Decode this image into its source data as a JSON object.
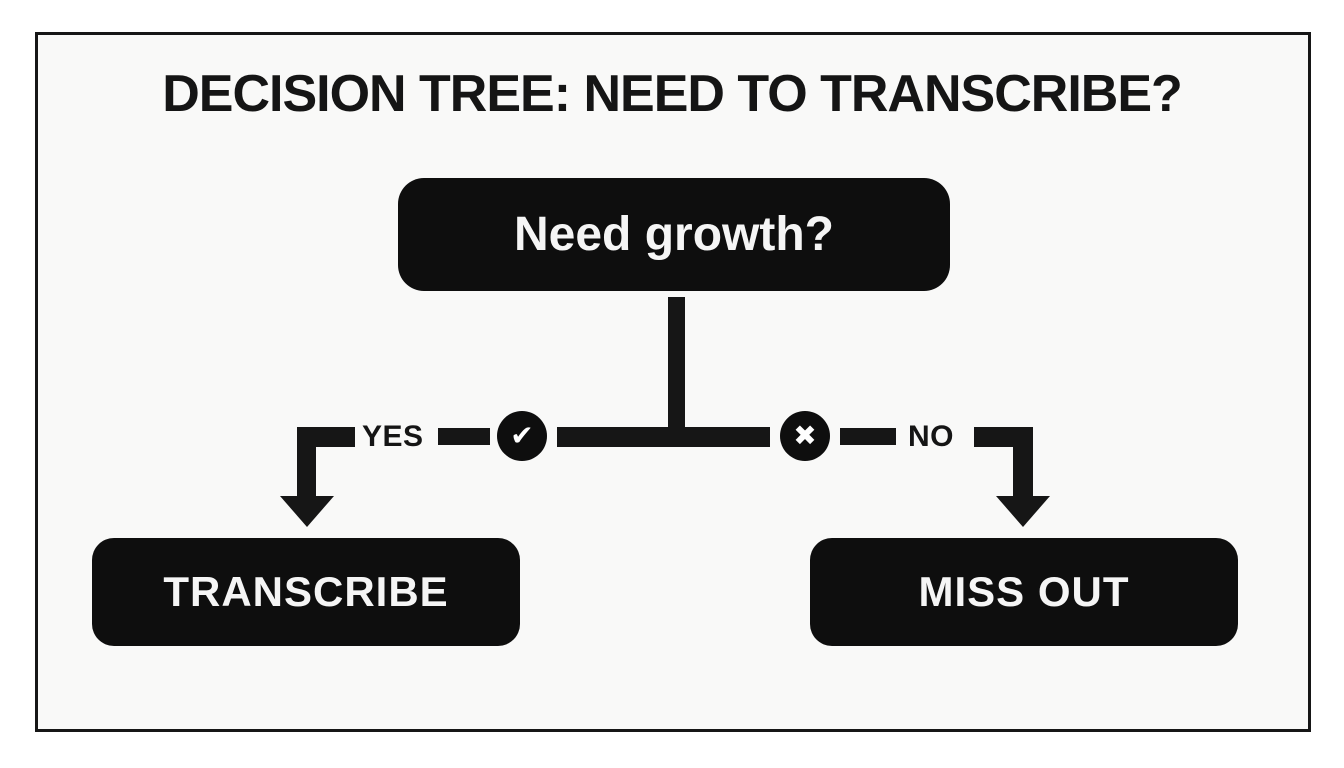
{
  "title": "DECISION TREE: NEED TO TRANSCRIBE?",
  "tree": {
    "root": {
      "label": "Need growth?"
    },
    "branches": {
      "yes": {
        "label": "YES",
        "icon": "check-icon",
        "icon_glyph": "✔",
        "result": "TRANSCRIBE"
      },
      "no": {
        "label": "NO",
        "icon": "x-icon",
        "icon_glyph": "✖",
        "result": "MISS OUT"
      }
    }
  },
  "colors": {
    "node_bg": "#0e0e0e",
    "node_text": "#f5f5f5",
    "line": "#161616",
    "canvas_bg": "#f9f9f8",
    "page_bg": "#ffffff"
  }
}
